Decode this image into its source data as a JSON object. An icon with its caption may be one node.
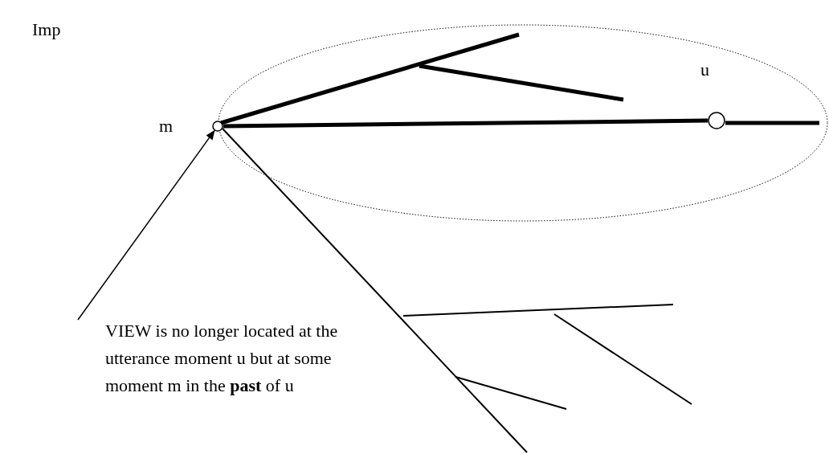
{
  "diagram": {
    "nodes": [
      {
        "text": [],
        "shape": "circle",
        "beside": [
          "m"
        ]
      },
      {
        "text": [],
        "shape": "circle",
        "beside": [
          "u"
        ]
      },
      {
        "text": [
          "VIEW is no longer located at the utterance moment u but at some moment m in the **past** of u"
        ]
      }
    ],
    "edges": [
      {
        "from": 2,
        "to": 0,
        "arrow": "to"
      },
      {
        "from": 0,
        "to": 1,
        "arrow": "none",
        "style": "thick"
      }
    ],
    "labels": [
      "Imp"
    ]
  }
}
